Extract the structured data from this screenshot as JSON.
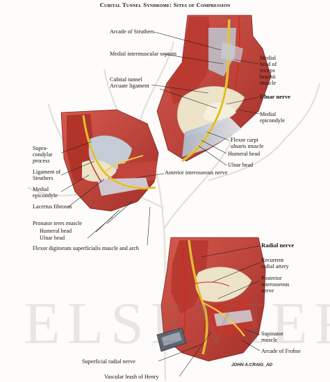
{
  "title": "Cubital Tunnel Syndrome: Sites of Compression",
  "watermark": "ELSEVIER",
  "signature": "JOHN A.CRAIG_AD",
  "colors": {
    "muscle": "#c8423a",
    "muscle_dark": "#8e2622",
    "tendon": "#cfd6df",
    "nerve": "#f1cf3c",
    "bone": "#eadfc2",
    "artery": "#d22a1e"
  },
  "panels": {
    "top_right": {
      "labels": {
        "arcade_struthers": "Arcade of Struthers",
        "medial_septum": "Medial intermuscular septum",
        "cubital_tunnel_1": "Cubital tunnel",
        "cubital_tunnel_2": "Arcuate ligament",
        "medial_head_1": "Medial",
        "medial_head_2": "head of",
        "medial_head_3": "triceps",
        "medial_head_4": "brachii",
        "medial_head_5": "muscle",
        "ulnar_nerve": "Ulnar nerve",
        "medial_epicondyle_1": "Medial",
        "medial_epicondyle_2": "epicondyle",
        "fcu_1": "Flexor carpi",
        "fcu_2": "ulnaris muscle",
        "humeral_head": "Humeral head",
        "ulnar_head": "Ulnar head"
      }
    },
    "left": {
      "labels": {
        "supracondylar_1": "Supra-",
        "supracondylar_2": "condylar",
        "supracondylar_3": "process",
        "ligament_1": "Ligament of",
        "ligament_2": "Struthers",
        "medial_epicondyle_1": "Medial",
        "medial_epicondyle_2": "epicondyle",
        "lacertus": "Lacertus fibrosus",
        "anterior_interosseous": "Anterior interosseous nerve",
        "pronator": "Pronator teres muscle",
        "humeral_head": "Humeral head",
        "ulnar_head": "Ulnar head",
        "fds": "Flexor digitorum superficialis muscle and arch"
      }
    },
    "bottom_right": {
      "labels": {
        "radial_nerve": "Radial nerve",
        "recurrent_1": "Recurrent",
        "recurrent_2": "radial artery",
        "posterior_1": "Posterior",
        "posterior_2": "interosseous",
        "posterior_3": "nerve",
        "supinator_1": "Supinator",
        "supinator_2": "muscle",
        "arcade_frohse": "Arcade of Frohse",
        "superficial_radial": "Superficial radial nerve",
        "vascular_leash": "Vascular leash of Henry"
      }
    }
  }
}
